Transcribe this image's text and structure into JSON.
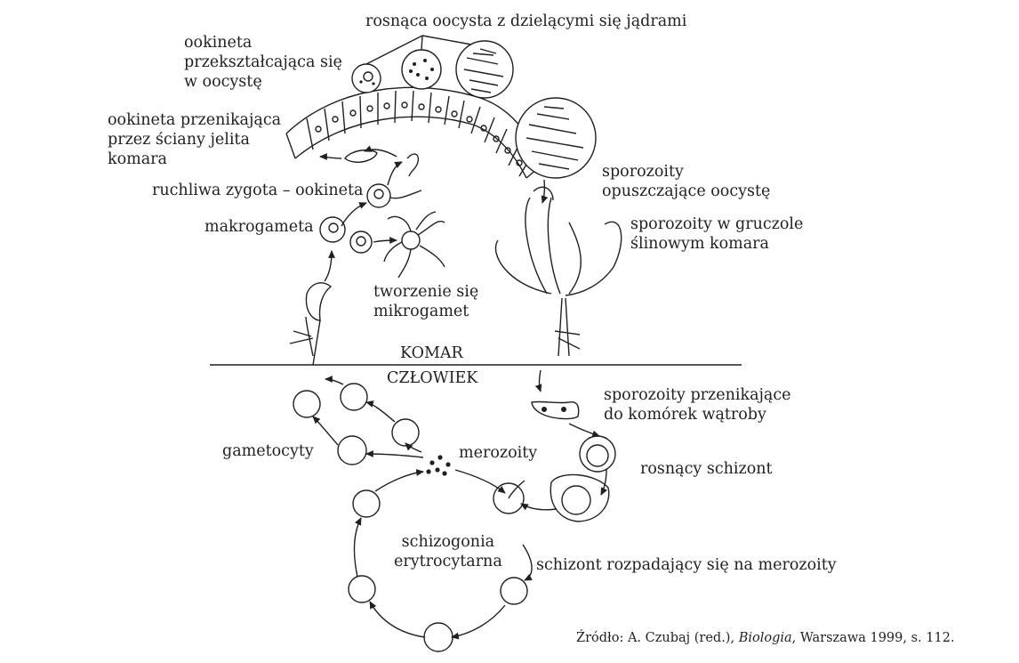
{
  "labels": {
    "growing_oocyst": "rosnąca oocysta z dzielącymi się jądrami",
    "ookinete_transforming": [
      "ookineta",
      "przekształcająca się",
      "w oocystę"
    ],
    "ookinete_penetrating": [
      "ookineta przenikająca",
      "przez ściany jelita",
      "komara"
    ],
    "motile_zygote": "ruchliwa zygota – ookineta",
    "macrogamete": "makrogameta",
    "microgamete_formation": [
      "tworzenie się",
      "mikrogamet"
    ],
    "sporozoites_leaving": [
      "sporozoity",
      "opuszczające oocystę"
    ],
    "sporozoites_gland": [
      "sporozoity w gruczole",
      "ślinowym komara"
    ],
    "mosquito": "KOMAR",
    "human": "CZŁOWIEK",
    "sporozoites_liver": [
      "sporozoity przenikające",
      "do komórek wątroby"
    ],
    "growing_schizont": "rosnący schizont",
    "gametocytes": "gametocyty",
    "merozoites": "merozoity",
    "erythrocytic_schizogony": [
      "schizogonia",
      "erytrocytarna"
    ],
    "schizont_breaking": "schizont rozpadający się na merozoity"
  },
  "source": {
    "prefix": "Źródło: A. Czubaj (red.), ",
    "title": "Biologia",
    "suffix": ", Warszawa 1999, s. 112."
  }
}
